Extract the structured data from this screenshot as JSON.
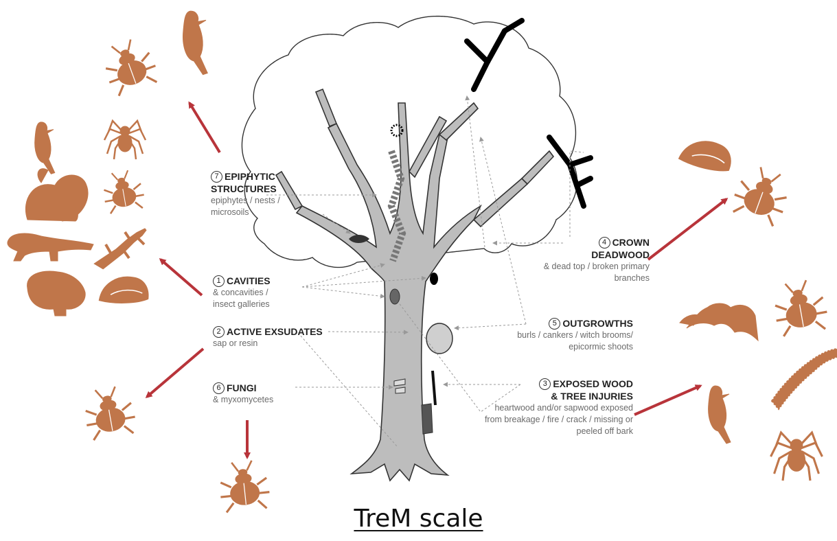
{
  "caption": "TreM scale",
  "colors": {
    "animal": "#c0764a",
    "arrow": "#b8343a",
    "trunk": "#bdbdbd",
    "outline": "#333333"
  },
  "labels": {
    "epiphytic": {
      "num": "7",
      "title1": "EPIPHYTIC",
      "title2": "STRUCTURES",
      "desc1": "epiphytes / nests /",
      "desc2": "microsoils"
    },
    "cavities": {
      "num": "1",
      "title": "CAVITIES",
      "desc1": "& concavities /",
      "desc2": "insect galleries"
    },
    "exsudates": {
      "num": "2",
      "title": "ACTIVE EXSUDATES",
      "desc1": "sap or resin"
    },
    "fungi": {
      "num": "6",
      "title": "FUNGI",
      "desc1": "& myxomycetes"
    },
    "crown": {
      "num": "4",
      "title1": "CROWN",
      "title2": "DEADWOOD",
      "desc1": "& dead top / broken primary",
      "desc2": "branches"
    },
    "outgrowths": {
      "num": "5",
      "title": "OUTGROWTHS",
      "desc1": "burls / cankers / witch brooms/",
      "desc2": "epicormic shoots"
    },
    "exposed": {
      "num": "3",
      "title1": "EXPOSED WOOD",
      "title2": "& TREE INJURIES",
      "desc1": "heartwood and/or sapwood exposed",
      "desc2": "from breakage / fire / crack / missing or",
      "desc3": "peeled off bark"
    }
  },
  "animals": {
    "top_left": [
      "bird",
      "beetle"
    ],
    "left": [
      "bird",
      "spider",
      "squirrel",
      "beetle",
      "marten",
      "lizard",
      "frog",
      "slug"
    ],
    "bottom_left": [
      "beetle"
    ],
    "bottom": [
      "beetle"
    ],
    "right_top": [
      "slug",
      "beetle"
    ],
    "right_bottom": [
      "bat",
      "beetle",
      "millipede",
      "bird",
      "spider"
    ]
  }
}
